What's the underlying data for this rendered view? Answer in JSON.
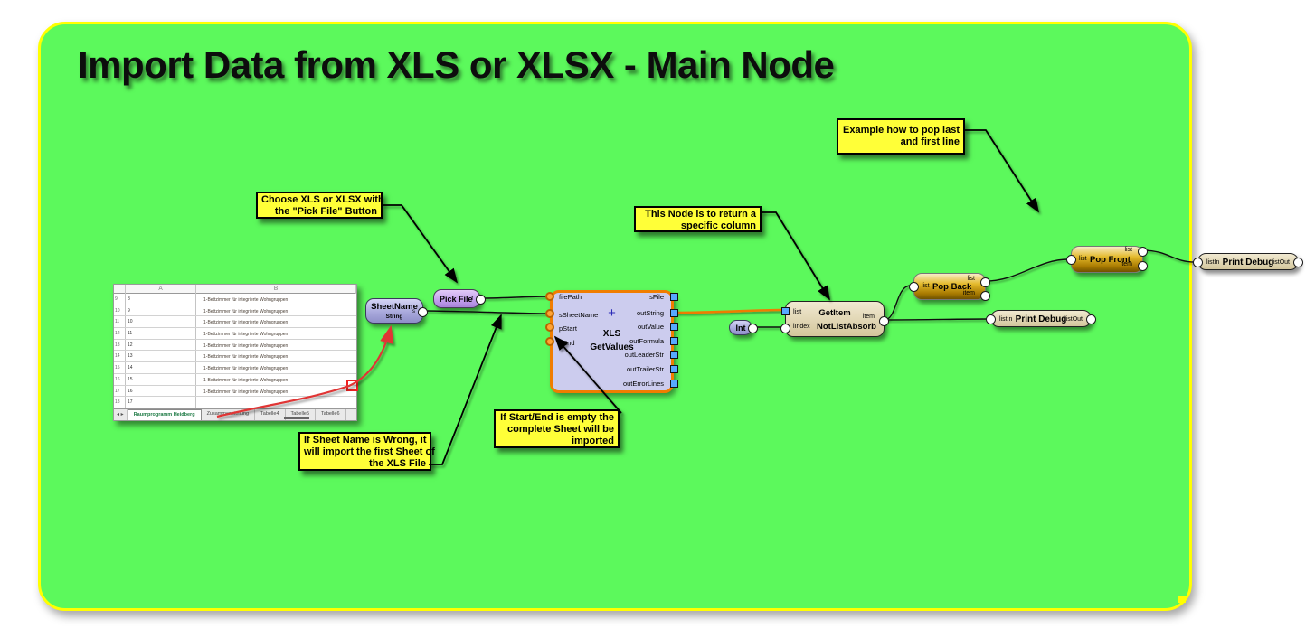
{
  "group_title": "Import Data from XLS or XLSX - Main Node",
  "colors": {
    "group_bg": "#5cf95c",
    "group_border": "#ffff00",
    "note_bg": "#ffff38",
    "wire_orange": "#ee7d00",
    "annotation_red": "#e03535",
    "xls_node_border": "#f07d00"
  },
  "notes": {
    "pick_file": {
      "lines": [
        "Choose XLS or XLSX with",
        "the \"Pick File\" Button"
      ]
    },
    "get_item": {
      "lines": [
        "This Node is to return a",
        "specific column"
      ]
    },
    "pop": {
      "lines": [
        "Example how to pop last",
        "and first line"
      ]
    },
    "sheet_name": {
      "lines": [
        "If Sheet Name is Wrong, it",
        "will import the first Sheet of",
        "the XLS File"
      ]
    },
    "start_end": {
      "lines": [
        "If Start/End is empty the",
        "complete Sheet will be",
        "imported"
      ]
    }
  },
  "nodes": {
    "sheet_name": {
      "title": "SheetName",
      "subtitle": "String",
      "out_label": "s"
    },
    "pick_file": {
      "title": "Pick File",
      "out_label": "f"
    },
    "xls": {
      "title1": "XLS",
      "title2": "GetValues",
      "plus": "+",
      "inputs": [
        "filePath",
        "sSheetName",
        "pStart",
        "pEnd"
      ],
      "outputs": [
        "sFile",
        "outString",
        "outValue",
        "outFormula",
        "outLeaderStr",
        "outTrailerStr",
        "outErrorLines"
      ]
    },
    "int": {
      "title": "Int"
    },
    "get_item": {
      "title": "GetItem",
      "subtitle": "NotListAbsorb",
      "in1": "list",
      "in2": "iIndex",
      "out": "item"
    },
    "pop_back": {
      "title": "Pop Back",
      "in": "list",
      "out1": "list",
      "out2": "item"
    },
    "pop_front": {
      "title": "Pop Front",
      "in": "list",
      "out1": "list",
      "out2": "item"
    },
    "print_debug_a": {
      "title": "Print Debug",
      "in": "listIn",
      "out": "listOut"
    },
    "print_debug_b": {
      "title": "Print Debug",
      "in": "listIn",
      "out": "listOut"
    }
  },
  "excel": {
    "headers": [
      "A",
      "B"
    ],
    "rows": [
      {
        "n": "9",
        "a": "8",
        "b": "1-Bettzimmer für integrierte Wohngruppen"
      },
      {
        "n": "10",
        "a": "9",
        "b": "1-Bettzimmer für integrierte Wohngruppen"
      },
      {
        "n": "11",
        "a": "10",
        "b": "1-Bettzimmer für integrierte Wohngruppen"
      },
      {
        "n": "12",
        "a": "11",
        "b": "1-Bettzimmer für integrierte Wohngruppen"
      },
      {
        "n": "13",
        "a": "12",
        "b": "1-Bettzimmer für integrierte Wohngruppen"
      },
      {
        "n": "14",
        "a": "13",
        "b": "1-Bettzimmer für integrierte Wohngruppen"
      },
      {
        "n": "15",
        "a": "14",
        "b": "1-Bettzimmer für integrierte Wohngruppen"
      },
      {
        "n": "16",
        "a": "15",
        "b": "1-Bettzimmer für integrierte Wohngruppen"
      },
      {
        "n": "17",
        "a": "16",
        "b": "1-Bettzimmer für integrierte Wohngruppen"
      },
      {
        "n": "18",
        "a": "17",
        "b": ""
      }
    ],
    "tabs": [
      "Raumprogramm Heidberg",
      "Zusammenstellung",
      "Tabelle4",
      "Tabelle5",
      "Tabelle6"
    ]
  }
}
